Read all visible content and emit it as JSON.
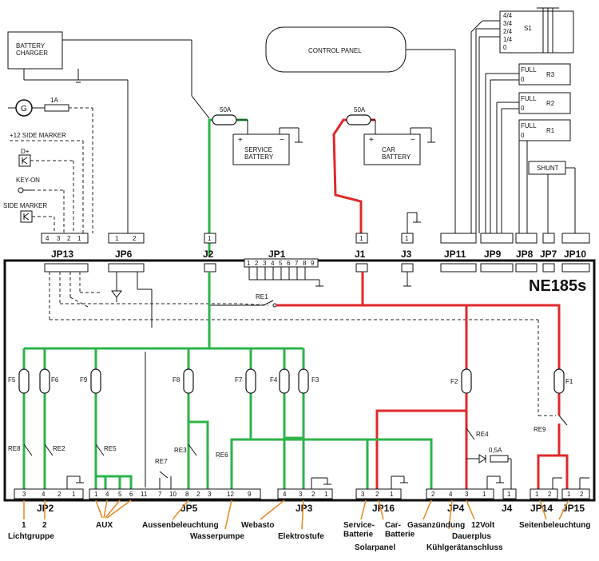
{
  "components": {
    "battery_charger": "BATTERY\nCHARGER",
    "control_panel": "CONTROL PANEL",
    "generator": "G",
    "fuse_1a": "1A",
    "side_marker_12": "+12 SIDE MARKER",
    "d_plus": "D+",
    "key_on": "KEY-ON",
    "side_marker": "SIDE MARKER",
    "fuse_50a_service": "50A",
    "fuse_50a_car": "50A",
    "service_battery": "SERVICE\nBATTERY",
    "car_battery": "CAR\nBATTERY",
    "switch_s1": "S1",
    "switch_levels": [
      "4/4",
      "3/4",
      "2/4",
      "1/4",
      "0"
    ],
    "tank_r3": "R3",
    "tank_r2": "R2",
    "tank_r1": "R1",
    "tank_full": "FULL",
    "tank_empty": "0",
    "shunt": "SHUNT",
    "board_name": "NE185s",
    "relay_re1": "RE1",
    "relay_re2": "RE2",
    "relay_re3": "RE3",
    "relay_re4": "RE4",
    "relay_re5": "RE5",
    "relay_re6": "RE6",
    "relay_re7": "RE7",
    "relay_re8": "RE8",
    "relay_re9": "RE9",
    "fuses": [
      "F5",
      "F6",
      "F9",
      "F8",
      "F7",
      "F4",
      "F3",
      "F2",
      "F1"
    ],
    "fuse_05a": "0,5A"
  },
  "connectors_top": [
    "JP13",
    "JP6",
    "J2",
    "JP1",
    "J1",
    "J3",
    "JP11",
    "JP9",
    "JP8",
    "JP7",
    "JP10"
  ],
  "connectors_bottom": [
    "JP2",
    "JP5",
    "JP3",
    "JP16",
    "JP4",
    "J4",
    "JP14",
    "JP15"
  ],
  "pins": {
    "jp13": [
      "4",
      "3",
      "2",
      "1"
    ],
    "jp6": [
      "1",
      "2"
    ],
    "j2": "1",
    "jp1": [
      "1",
      "2",
      "3",
      "4",
      "5",
      "6",
      "7",
      "8",
      "9"
    ],
    "j1": "1",
    "j3": "1",
    "jp2": [
      "3",
      "4",
      "2",
      "1"
    ],
    "jp5": [
      "1",
      "4",
      "5",
      "6",
      "11",
      "7",
      "10",
      "8",
      "2",
      "3",
      "12",
      "9"
    ],
    "jp3": [
      "4",
      "3",
      "2",
      "1"
    ],
    "jp16": [
      "3",
      "2",
      "1"
    ],
    "jp4": [
      "2",
      "4",
      "3",
      "1"
    ],
    "j4": "1",
    "jp14": [
      "1",
      "2"
    ],
    "jp15": [
      "1",
      "2"
    ]
  },
  "annotations": {
    "lichtgruppe_1": "1",
    "lichtgruppe_2": "2",
    "lichtgruppe": "Lichtgruppe",
    "aux": "AUX",
    "aussenbeleuchtung": "Aussenbeleuchtung",
    "wasserpumpe": "Wasserpumpe",
    "webasto": "Webasto",
    "elektrostufe": "Elektrostufe",
    "service_batterie": "Service-\nBatterie",
    "solarpanel": "Solarpanel",
    "car_batterie": "Car-\nBatterie",
    "gaszuendung": "Gasanzündung",
    "zwoelf_volt": "12Volt",
    "dauerplus": "Dauerplus",
    "kuehlgeraet": "Kühlgerätanschluss",
    "seitenbeleuchtung": "Seitenbeleuchtung"
  },
  "colors": {
    "wire_green": "#2db34a",
    "wire_red": "#e0282a",
    "annotation_arrow": "#e8871e",
    "line": "#111111"
  }
}
